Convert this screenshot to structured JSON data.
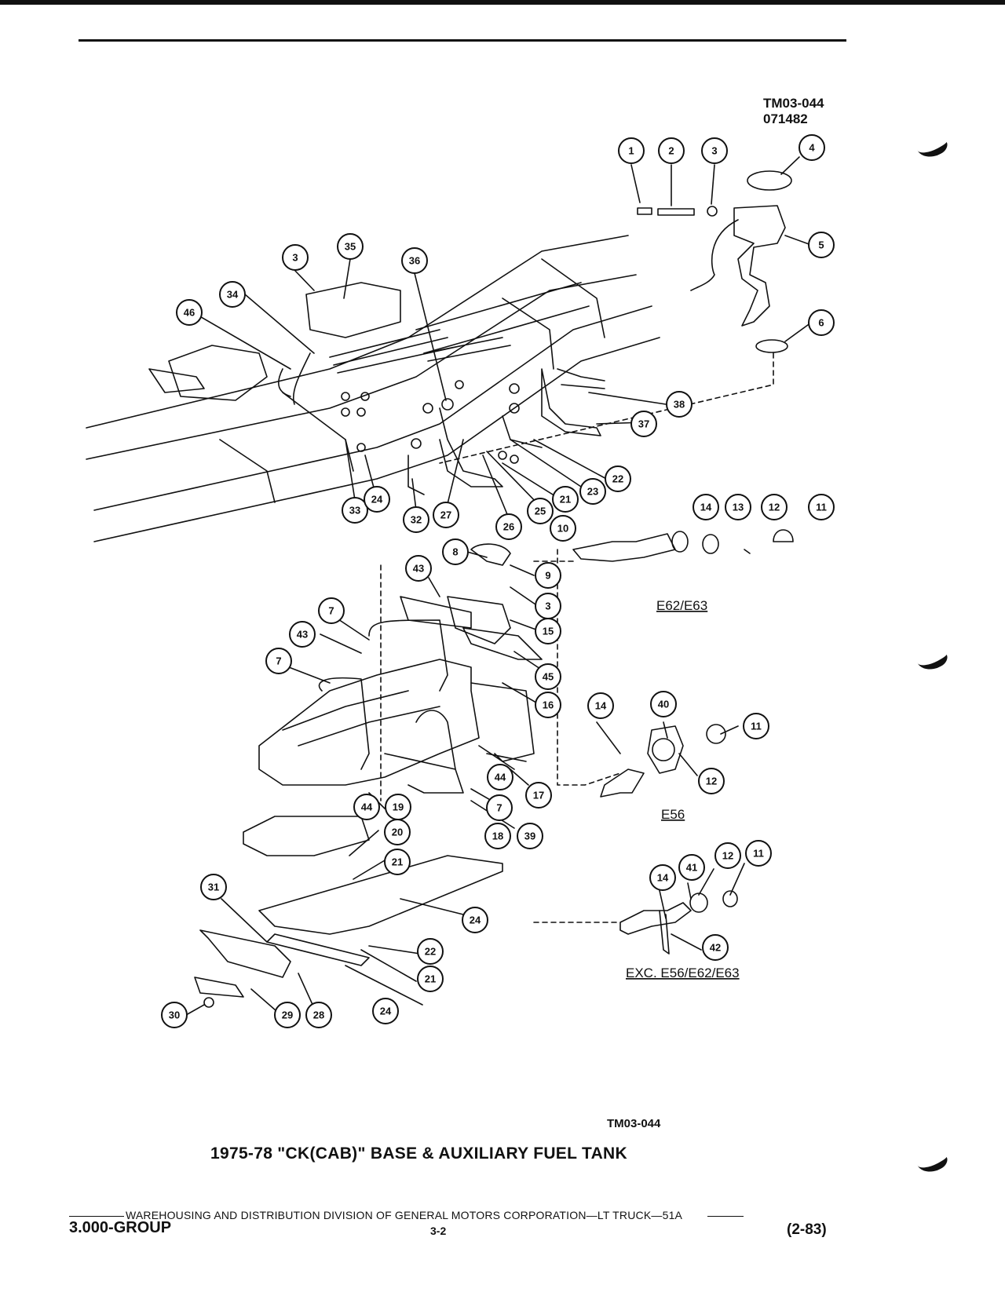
{
  "figure_code_top": [
    "TM03-044",
    "071482"
  ],
  "figure_code_bottom": "TM03-044",
  "title": "1975-78 \"CK(CAB)\" BASE & AUXILIARY FUEL TANK",
  "variants": {
    "e62_e63": "E62/E63",
    "e56": "E56",
    "exc": "EXC. E56/E62/E63"
  },
  "callouts": [
    "1",
    "2",
    "3",
    "4",
    "5",
    "6",
    "3",
    "35",
    "36",
    "34",
    "46",
    "38",
    "37",
    "22",
    "23",
    "21",
    "25",
    "26",
    "27",
    "32",
    "33",
    "24",
    "10",
    "14",
    "13",
    "12",
    "11",
    "8",
    "9",
    "3",
    "43",
    "7",
    "15",
    "43",
    "7",
    "45",
    "16",
    "14",
    "40",
    "11",
    "12",
    "44",
    "17",
    "7",
    "44",
    "19",
    "18",
    "39",
    "20",
    "21",
    "41",
    "12",
    "11",
    "14",
    "31",
    "24",
    "42",
    "22",
    "21",
    "30",
    "29",
    "28",
    "24"
  ],
  "footer": {
    "text": "WAREHOUSING AND DISTRIBUTION  DIVISION OF GENERAL MOTORS CORPORATION—LT TRUCK—51A",
    "group": "3.000-GROUP",
    "page": "3-2",
    "revision": "(2-83)"
  }
}
